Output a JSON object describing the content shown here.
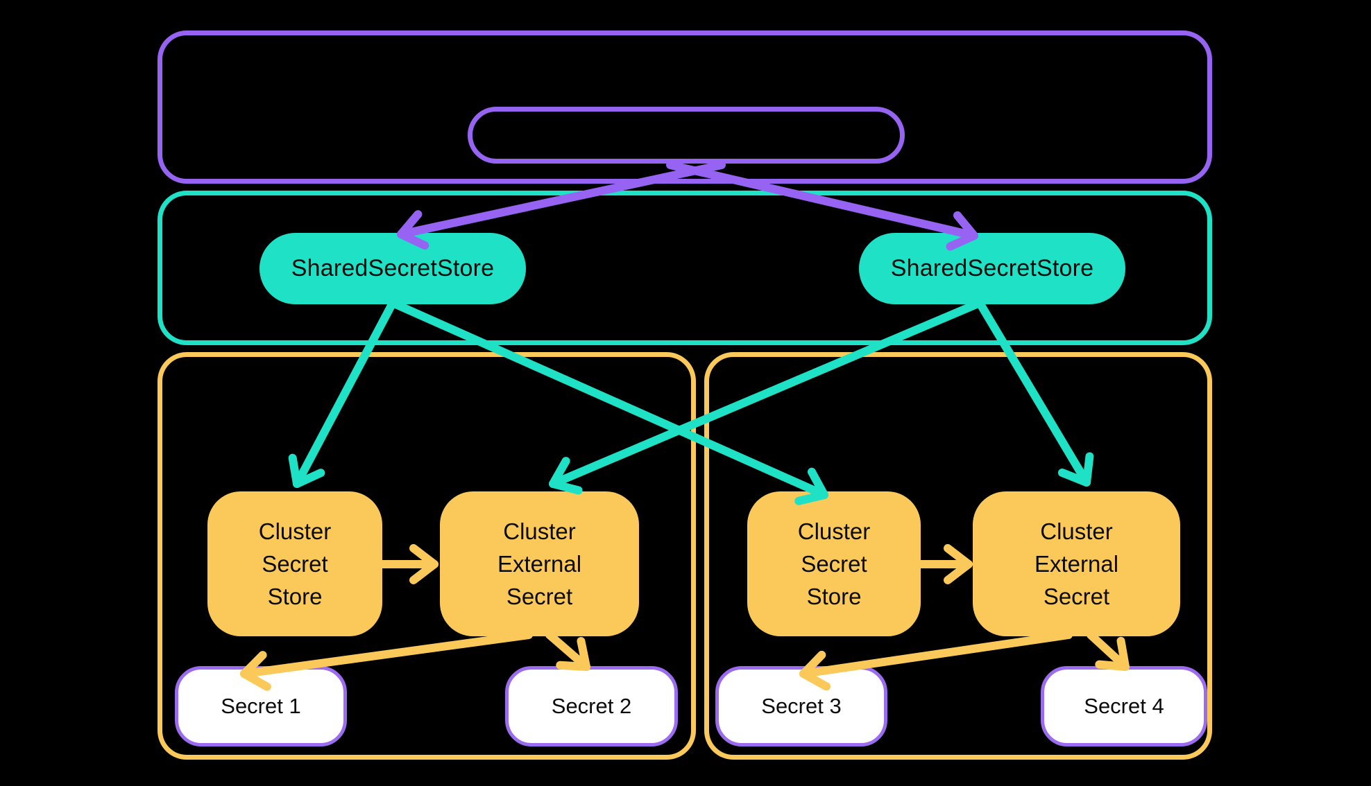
{
  "colors": {
    "background": "#000000",
    "purple": "#9763F3",
    "teal": "#1EE1C6",
    "yellow": "#FBC95A",
    "secret_fill": "#FFFFFF",
    "secret_border": "#9B6BF0",
    "label_text": "#0B0B0B"
  },
  "nodes": {
    "shared_store_left": {
      "label": "SharedSecretStore"
    },
    "shared_store_right": {
      "label": "SharedSecretStore"
    },
    "cluster_a": {
      "secret_store": {
        "lines": [
          "Cluster",
          "Secret",
          "Store"
        ]
      },
      "external_secret": {
        "lines": [
          "Cluster",
          "External",
          "Secret"
        ]
      },
      "secret_1": {
        "label": "Secret 1"
      },
      "secret_2": {
        "label": "Secret 2"
      }
    },
    "cluster_b": {
      "secret_store": {
        "lines": [
          "Cluster",
          "Secret",
          "Store"
        ]
      },
      "external_secret": {
        "lines": [
          "Cluster",
          "External",
          "Secret"
        ]
      },
      "secret_3": {
        "label": "Secret 3"
      },
      "secret_4": {
        "label": "Secret 4"
      }
    }
  },
  "edges": [
    {
      "from": "control-plane-pill",
      "to": "shared-secret-store-left",
      "color": "purple"
    },
    {
      "from": "control-plane-pill",
      "to": "shared-secret-store-right",
      "color": "purple"
    },
    {
      "from": "shared-secret-store-left",
      "to": "cluster-a-secret-store",
      "color": "teal"
    },
    {
      "from": "shared-secret-store-left",
      "to": "cluster-b-secret-store",
      "color": "teal"
    },
    {
      "from": "shared-secret-store-right",
      "to": "cluster-a-external-secret",
      "color": "teal"
    },
    {
      "from": "shared-secret-store-right",
      "to": "cluster-b-external-secret",
      "color": "teal"
    },
    {
      "from": "cluster-a-secret-store",
      "to": "cluster-a-external-secret",
      "color": "yellow"
    },
    {
      "from": "cluster-b-secret-store",
      "to": "cluster-b-external-secret",
      "color": "yellow"
    },
    {
      "from": "cluster-a-external-secret",
      "to": "secret-1",
      "color": "yellow"
    },
    {
      "from": "cluster-a-external-secret",
      "to": "secret-2",
      "color": "yellow"
    },
    {
      "from": "cluster-b-external-secret",
      "to": "secret-3",
      "color": "yellow"
    },
    {
      "from": "cluster-b-external-secret",
      "to": "secret-4",
      "color": "yellow"
    }
  ]
}
